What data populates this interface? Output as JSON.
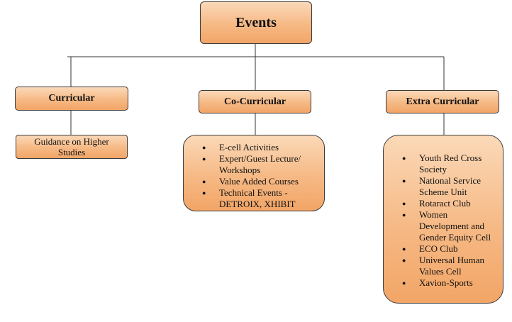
{
  "root": {
    "label": "Events"
  },
  "branches": [
    {
      "label": "Curricular",
      "items": [
        "Guidance on Higher Studies"
      ]
    },
    {
      "label": "Co-Curricular",
      "items": [
        "E-cell Activities",
        "Expert/Guest Lecture/ Workshops",
        "Value Added Courses",
        "Technical Events - DETROIX, XHIBIT"
      ]
    },
    {
      "label": "Extra Curricular",
      "items": [
        "Youth Red Cross Society",
        "National Service Scheme Unit",
        "Rotaract Club",
        "Women Development and Gender Equity Cell",
        "ECO Club",
        "Universal Human Values Cell",
        "Xavion-Sports"
      ]
    }
  ]
}
